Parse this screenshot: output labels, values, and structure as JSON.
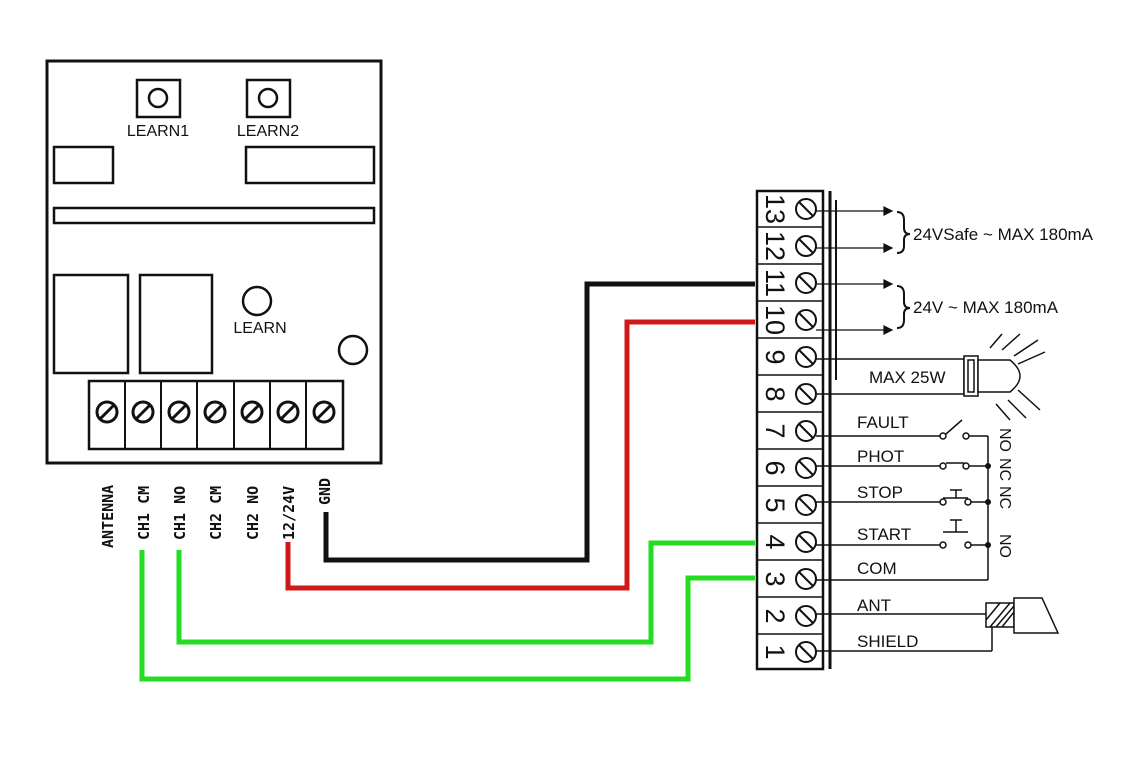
{
  "receiver": {
    "learn1": "LEARN1",
    "learn2": "LEARN2",
    "learn": "LEARN",
    "terminals": [
      "ANTENNA",
      "CH1 CM",
      "CH1 NO",
      "CH2 CM",
      "CH2 NO",
      "12/24V",
      "GND"
    ]
  },
  "controller": {
    "terminal_numbers": [
      "13",
      "12",
      "11",
      "10",
      "9",
      "8",
      "7",
      "6",
      "5",
      "4",
      "3",
      "2",
      "1"
    ],
    "out_24v_safe": "24VSafe ~ MAX 180mA",
    "out_24v": "24V ~ MAX 180mA",
    "lamp_max": "MAX 25W",
    "inputs": {
      "fault": "FAULT",
      "phot": "PHOT",
      "stop": "STOP",
      "start": "START",
      "com": "COM",
      "ant": "ANT",
      "shield": "SHIELD"
    },
    "contact_types": [
      "NO",
      "NC",
      "NC",
      "NO"
    ]
  },
  "colors": {
    "wire_black": "#111111",
    "wire_red": "#d01818",
    "wire_green": "#22dd22",
    "outline": "#111111"
  }
}
